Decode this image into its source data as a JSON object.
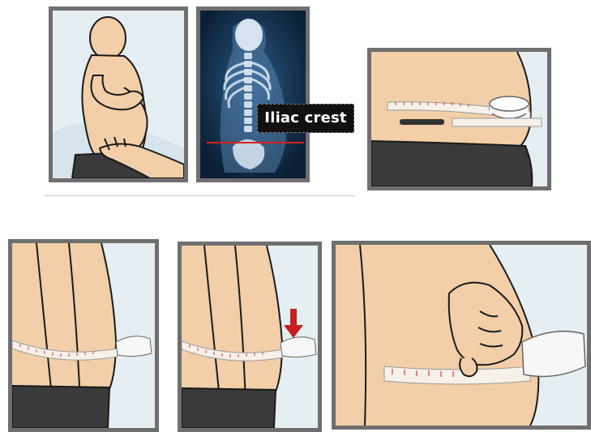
{
  "figure": {
    "annotation_label": "Iliac crest"
  },
  "colors": {
    "frame": "#6f6f6f",
    "skin": "#f2cfa8",
    "outline": "#1a1a1a",
    "pants": "#3a3a3a",
    "tape": "#f7f1ea",
    "tape_marks": "#d33b3b",
    "xray_background": "#0e2a45",
    "crest_line": "#d42020",
    "arrow": "#c81e1e"
  },
  "panels": [
    {
      "id": 1,
      "scene": "side-view-body-hands-locate-hip"
    },
    {
      "id": 2,
      "scene": "xray-skeleton-iliac-crest"
    },
    {
      "id": 3,
      "scene": "tape-measure-around-waist"
    },
    {
      "id": 4,
      "scene": "tape-around-abdomen-side"
    },
    {
      "id": 5,
      "scene": "tape-with-arrow-marker"
    },
    {
      "id": 6,
      "scene": "hand-holding-tape-closeup"
    }
  ]
}
